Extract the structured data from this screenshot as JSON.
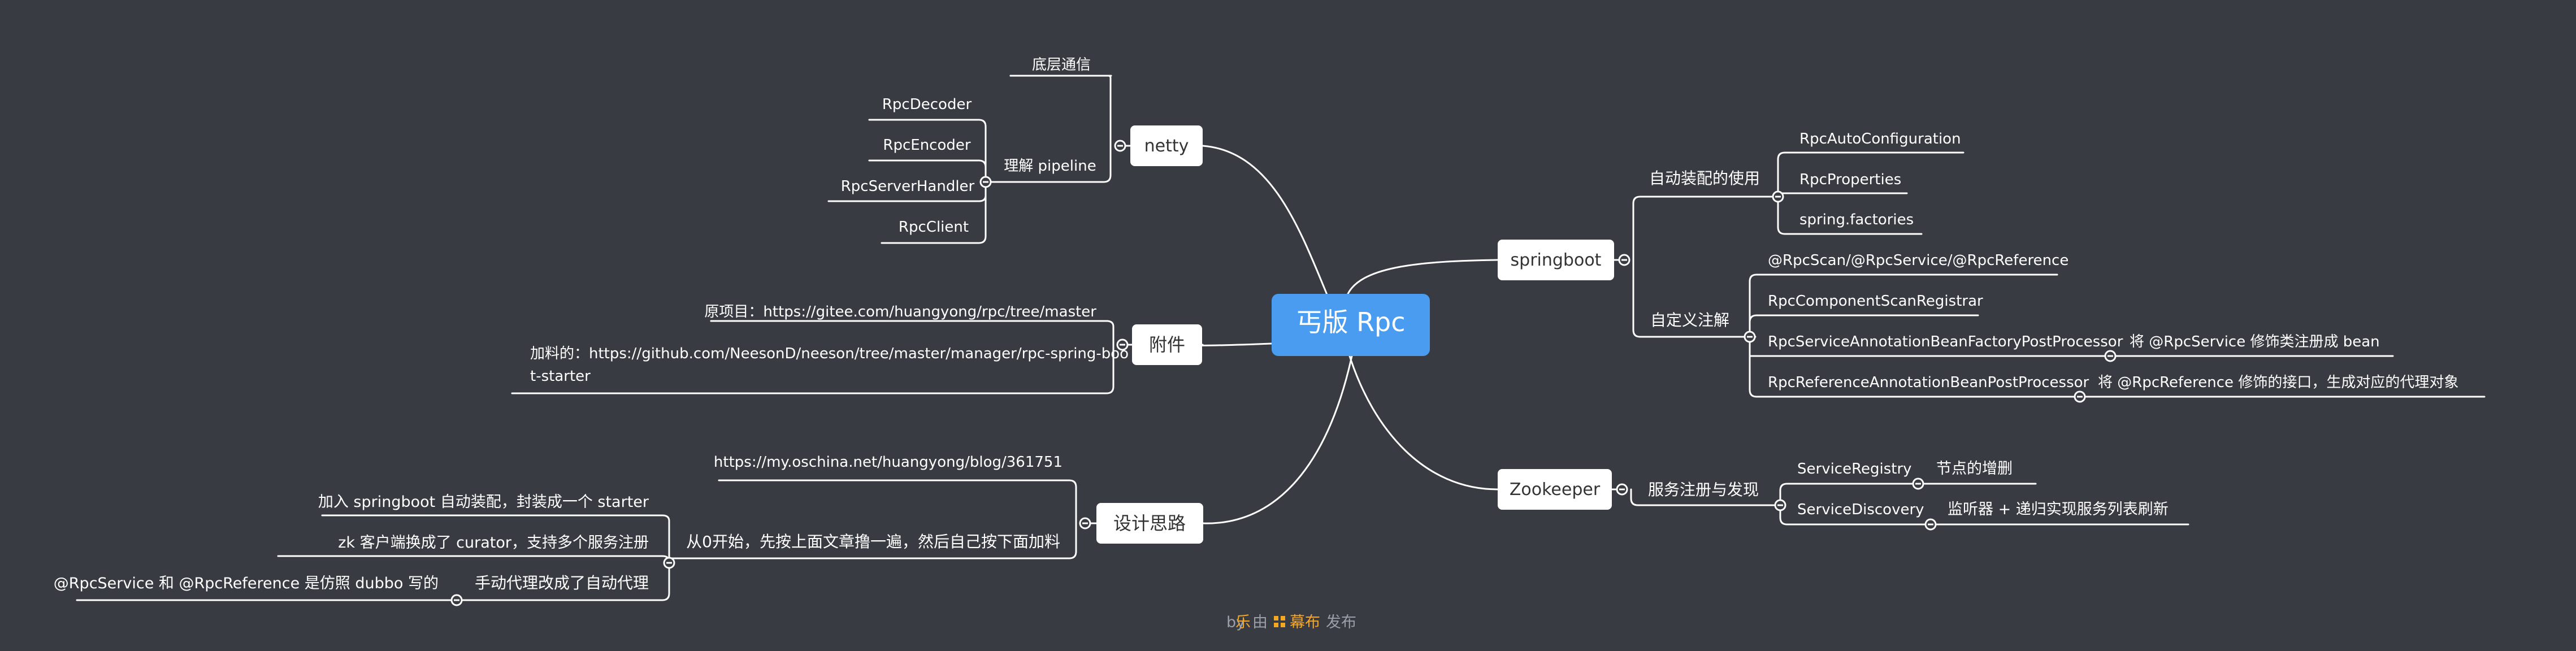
{
  "root": "丐版 Rpc",
  "branches": {
    "netty": {
      "label": "netty",
      "underlying": "底层通信",
      "pipeline": "理解 pipeline",
      "decoder": "RpcDecoder",
      "encoder": "RpcEncoder",
      "server_handler": "RpcServerHandler",
      "client": "RpcClient"
    },
    "attachment": {
      "label": "附件",
      "original": "原项目：https://gitee.com/huangyong/rpc/tree/master",
      "extra_line1": "加料的：https://github.com/NeesonD/neeson/tree/master/manager/rpc-spring-boo",
      "extra_line2": "t-starter"
    },
    "design": {
      "label": "设计思路",
      "blog": "https://my.oschina.net/huangyong/blog/361751",
      "from_zero": "从0开始，先按上面文章撸一遍，然后自己按下面加料",
      "add_springboot": "加入 springboot 自动装配，封装成一个 starter",
      "zk_client": "zk 客户端换成了 curator，支持多个服务注册",
      "manual_proxy": "手动代理改成了自动代理",
      "imitate_dubbo": "@RpcService 和 @RpcReference 是仿照 dubbo 写的"
    },
    "springboot": {
      "label": "springboot",
      "auto_config": "自动装配的使用",
      "rpc_auto_configuration": "RpcAutoConfiguration",
      "rpc_properties": "RpcProperties",
      "spring_factories": "spring.factories",
      "custom_annotation": "自定义注解",
      "annotations": "@RpcScan/@RpcService/@RpcReference",
      "scan_registrar": "RpcComponentScanRegistrar",
      "service_processor": "RpcServiceAnnotationBeanFactoryPostProcessor",
      "service_processor_note": "将 @RpcService 修饰类注册成 bean",
      "reference_processor": "RpcReferenceAnnotationBeanPostProcessor",
      "reference_processor_note": "将 @RpcReference 修饰的接口，生成对应的代理对象"
    },
    "zookeeper": {
      "label": "Zookeeper",
      "service_discovery_group": "服务注册与发现",
      "service_registry": "ServiceRegistry",
      "service_registry_note": "节点的增删",
      "service_discovery": "ServiceDiscovery",
      "service_discovery_note": "监听器 + 递归实现服务列表刷新"
    }
  },
  "footer": {
    "by": "by",
    "le": "乐",
    "you": "由",
    "brand": "幕布",
    "publish": "发布"
  },
  "colors": {
    "background": "#383b42",
    "root": "#4a9cf0",
    "branch_box": "#ffffff",
    "lines": "#ffffff",
    "footer_brand": "#f5a623"
  }
}
